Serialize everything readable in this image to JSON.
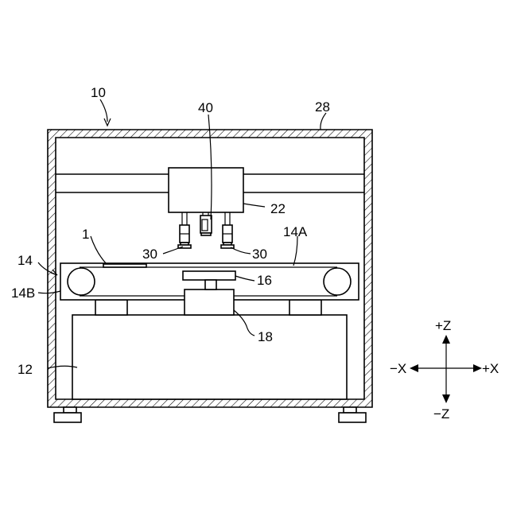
{
  "labels": {
    "device": "10",
    "housing": "28",
    "sensor": "40",
    "head": "22",
    "sheet": "1",
    "belt_conveyor": "14",
    "belt_upper": "14A",
    "belt_lower": "14B",
    "nozzle_left": "30",
    "nozzle_right": "30",
    "table": "16",
    "support": "18",
    "base": "12"
  },
  "axes": {
    "pos_z": "+Z",
    "neg_z": "−Z",
    "neg_x": "−X",
    "pos_x": "+X"
  }
}
